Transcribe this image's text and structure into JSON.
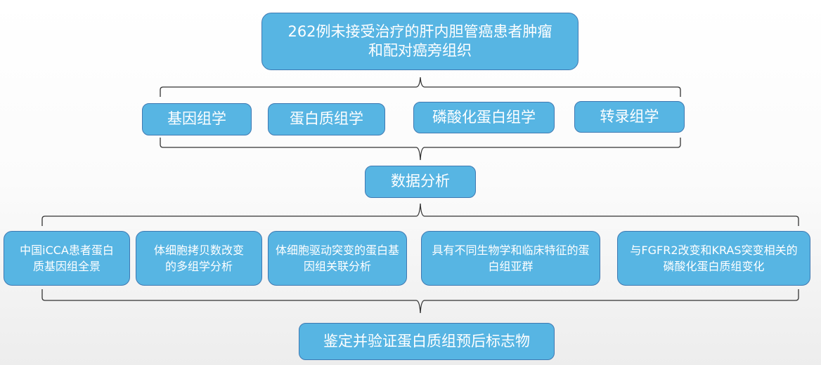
{
  "top": {
    "label": "262例未接受治疗的肝内胆管癌患者肿瘤和配对癌旁组织"
  },
  "omics": [
    {
      "label": "基因组学"
    },
    {
      "label": "蛋白质组学"
    },
    {
      "label": "磷酸化蛋白组学"
    },
    {
      "label": "转录组学"
    }
  ],
  "analysis": {
    "label": "数据分析"
  },
  "results": [
    {
      "label": "中国iCCA患者蛋白质基因组全景"
    },
    {
      "label": "体细胞拷贝数改变的多组学分析"
    },
    {
      "label": "体细胞驱动突变的蛋白基因组关联分析"
    },
    {
      "label": "具有不同生物学和临床特征的蛋白组亚群"
    },
    {
      "label": "与FGFR2改变和KRAS突变相关的磷酸化蛋白质组变化"
    }
  ],
  "final": {
    "label": "鉴定并验证蛋白质组预后标志物"
  },
  "colors": {
    "box_fill": "#57b5e3",
    "box_border": "#3f79b2",
    "connector": "#333333"
  }
}
